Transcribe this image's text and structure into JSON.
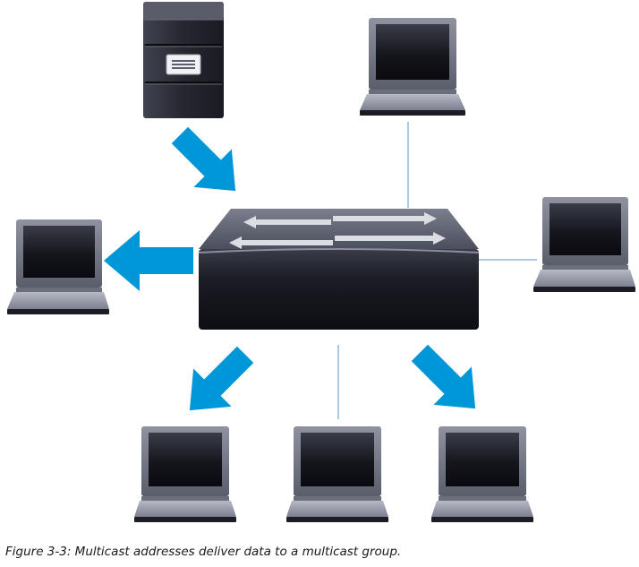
{
  "caption": "Figure 3-3: Multicast addresses deliver data to a multicast group.",
  "colors": {
    "arrow": "#0097d9",
    "link": "#8fb8d8",
    "device_dark": "#1a1c26",
    "device_silver": "#9497a6",
    "switch_arrow": "#dcdde3"
  },
  "nodes": [
    {
      "id": "server",
      "type": "server",
      "icon": "server-icon"
    },
    {
      "id": "switch",
      "type": "switch",
      "icon": "switch-icon"
    },
    {
      "id": "laptop-top",
      "type": "laptop",
      "icon": "laptop-icon",
      "receives_multicast": false
    },
    {
      "id": "laptop-right",
      "type": "laptop",
      "icon": "laptop-icon",
      "receives_multicast": false
    },
    {
      "id": "laptop-left",
      "type": "laptop",
      "icon": "laptop-icon",
      "receives_multicast": true
    },
    {
      "id": "laptop-bottom-left",
      "type": "laptop",
      "icon": "laptop-icon",
      "receives_multicast": true
    },
    {
      "id": "laptop-bottom-center",
      "type": "laptop",
      "icon": "laptop-icon",
      "receives_multicast": false
    },
    {
      "id": "laptop-bottom-right",
      "type": "laptop",
      "icon": "laptop-icon",
      "receives_multicast": true
    }
  ],
  "links": [
    {
      "from": "switch",
      "to": "laptop-top"
    },
    {
      "from": "switch",
      "to": "laptop-right"
    },
    {
      "from": "switch",
      "to": "laptop-bottom-center"
    }
  ],
  "flows": [
    {
      "from": "server",
      "to": "switch"
    },
    {
      "from": "switch",
      "to": "laptop-left"
    },
    {
      "from": "switch",
      "to": "laptop-bottom-left"
    },
    {
      "from": "switch",
      "to": "laptop-bottom-right"
    }
  ]
}
